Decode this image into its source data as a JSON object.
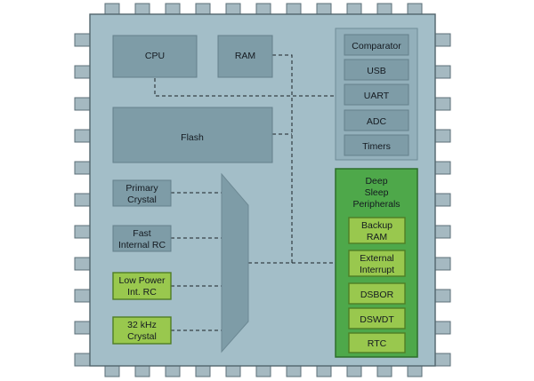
{
  "colors": {
    "chip_body": "#a3bec8",
    "block": "#7e9ca7",
    "peripheral_group": "#93b0bb",
    "deep_sleep_outer": "#4ea84a",
    "deep_sleep_item": "#99c84e",
    "pin": "#a5b9c1"
  },
  "blocks": {
    "cpu": "CPU",
    "ram": "RAM",
    "flash": "Flash"
  },
  "peripherals": [
    "Comparator",
    "USB",
    "UART",
    "ADC",
    "Timers"
  ],
  "clocks": {
    "primary": [
      "Primary",
      "Crystal"
    ],
    "fast_rc": [
      "Fast",
      "Internal RC"
    ],
    "low_power_rc": [
      "Low Power",
      "Int. RC"
    ],
    "khz32": [
      "32 kHz",
      "Crystal"
    ]
  },
  "deep_sleep": {
    "title": [
      "Deep",
      "Sleep",
      "Peripherals"
    ],
    "items": [
      [
        "Backup",
        "RAM"
      ],
      [
        "External",
        "Interrupt"
      ],
      [
        "DSBOR"
      ],
      [
        "DSWDT"
      ],
      [
        "RTC"
      ]
    ]
  }
}
